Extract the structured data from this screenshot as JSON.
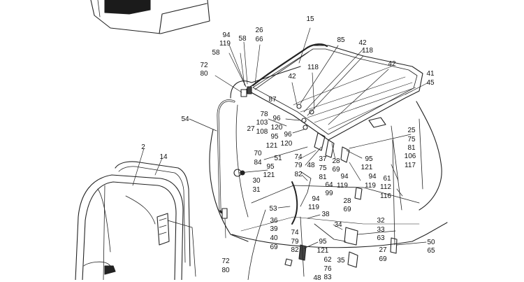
{
  "labels": {
    "l_94a": "94",
    "l_119a": "119",
    "l_58a": "58",
    "l_58b": "58",
    "l_26": "26",
    "l_66": "66",
    "l_72a": "72",
    "l_80a": "80",
    "l_15": "15",
    "l_85": "85",
    "l_42a": "42",
    "l_118a": "118",
    "l_42b": "42",
    "l_118b": "118",
    "l_42c": "42",
    "l_41": "41",
    "l_45": "45",
    "l_87": "87",
    "l_54": "54",
    "l_78": "78",
    "l_96a": "96",
    "l_103": "103",
    "l_120a": "120",
    "l_27a": "27",
    "l_108": "108",
    "l_96b": "96",
    "l_95a": "95",
    "l_120b": "120",
    "l_121a": "121",
    "l_25": "25",
    "l_75a": "75",
    "l_81a": "81",
    "l_106": "106",
    "l_117": "117",
    "l_2": "2",
    "l_14": "14",
    "l_70": "70",
    "l_84": "84",
    "l_51": "51",
    "l_74a": "74",
    "l_37": "37",
    "l_79a": "79",
    "l_48a": "48",
    "l_75b": "75",
    "l_82a": "82",
    "l_81b": "81",
    "l_28a": "28",
    "l_69a": "69",
    "l_95b": "95",
    "l_121b": "121",
    "l_95c": "95",
    "l_121c": "121",
    "l_30": "30",
    "l_31": "31",
    "l_64": "64",
    "l_99": "99",
    "l_94b": "94",
    "l_119b": "119",
    "l_94c": "94",
    "l_119c": "119",
    "l_61": "61",
    "l_112": "112",
    "l_116": "116",
    "l_94d": "94",
    "l_119d": "119",
    "l_28b": "28",
    "l_69b": "69",
    "l_53": "53",
    "l_38": "38",
    "l_36": "36",
    "l_39": "39",
    "l_40": "40",
    "l_69c": "69",
    "l_34": "34",
    "l_32": "32",
    "l_33": "33",
    "l_63": "63",
    "l_74b": "74",
    "l_79b": "79",
    "l_95d": "95",
    "l_82b": "82",
    "l_121d": "121",
    "l_62": "62",
    "l_76": "76",
    "l_48b": "48",
    "l_83": "83",
    "l_35": "35",
    "l_27b": "27",
    "l_69d": "69",
    "l_50": "50",
    "l_65": "65",
    "l_72b": "72",
    "l_80b": "80"
  }
}
